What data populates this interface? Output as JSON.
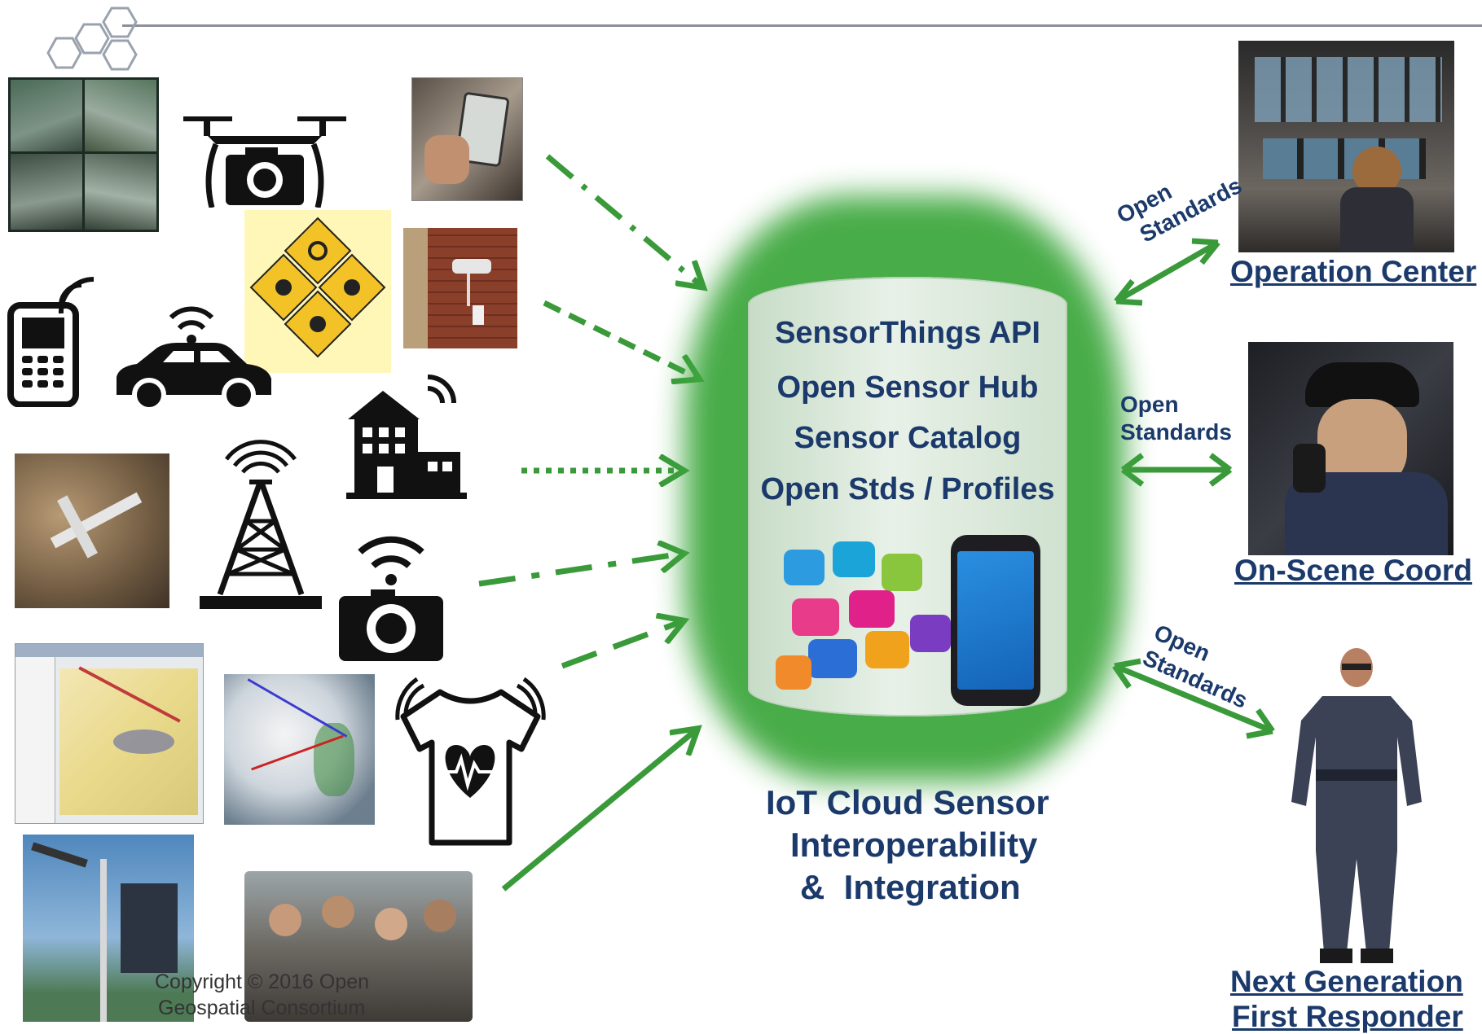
{
  "hub": {
    "items": [
      "SensorThings API",
      "Open Sensor Hub",
      "Sensor Catalog",
      "Open Stds / Profiles"
    ]
  },
  "caption": {
    "line1": "IoT Cloud Sensor",
    "line2": "Interoperability",
    "line3": "&  Integration"
  },
  "destinations": {
    "operation_center": "Operation Center",
    "on_scene": "On-Scene Coord",
    "responder_line1": "Next Generation",
    "responder_line2": "First Responder"
  },
  "open_standards": {
    "line1": "Open",
    "line2": "Standards"
  },
  "copyright": {
    "line1": "Copyright © 2016 Open",
    "line2": "Geospatial Consortium"
  },
  "colors": {
    "arrow": "#3a9a3a",
    "hub_glow": "#3fa83f",
    "text": "#1b3a6b"
  }
}
